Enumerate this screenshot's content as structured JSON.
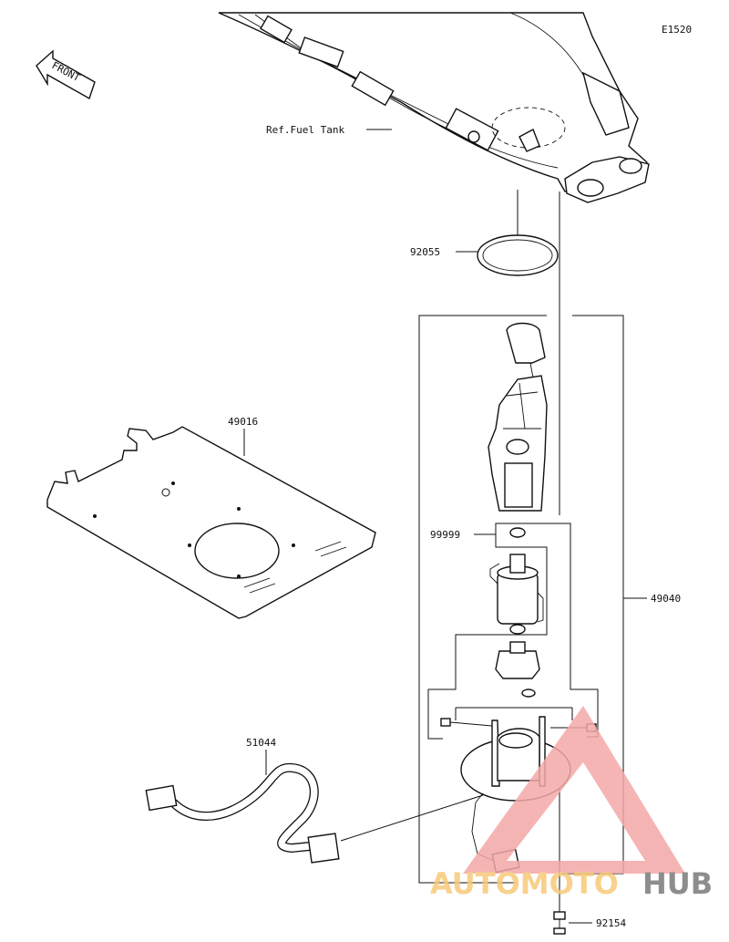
{
  "diagram_code": "E1520",
  "front_label": "FRONT",
  "ref_label": "Ref.Fuel Tank",
  "parts": [
    {
      "number": "92055"
    },
    {
      "number": "49016"
    },
    {
      "number": "99999"
    },
    {
      "number": "49040"
    },
    {
      "number": "51044"
    },
    {
      "number": "92154"
    }
  ],
  "watermark": {
    "part1": "AUTOMOTO",
    "part2": "HUB",
    "color_primary": "#f4a8a8",
    "color_secondary": "#f7c97a",
    "color_hub": "#7a7a7a"
  }
}
